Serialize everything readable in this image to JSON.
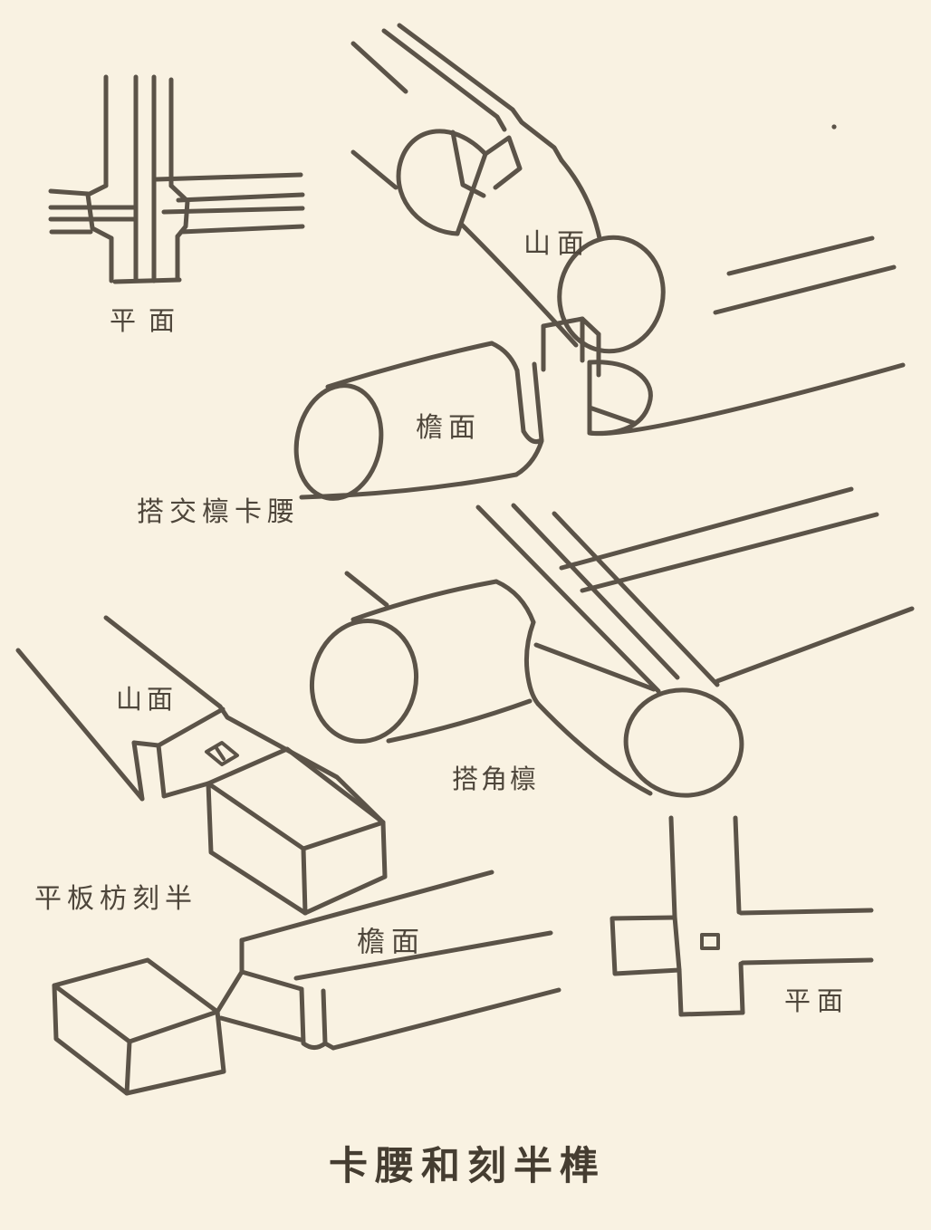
{
  "page": {
    "background_color": "#f9f2e2",
    "ink_color": "#5b5348",
    "title": "卡腰和刻半榫"
  },
  "figures": {
    "plan_top_left": {
      "label": "平面"
    },
    "gable_purlin": {
      "label": "山面"
    },
    "eave_purlin": {
      "label": "檐面"
    },
    "crossed_purlin": {
      "label": "搭交檩卡腰"
    },
    "corner_purlin": {
      "label": "搭角檩"
    },
    "flat_board_gable": {
      "label": "山面"
    },
    "flat_board": {
      "label": "平板枋刻半"
    },
    "eave_beam": {
      "label": "檐面"
    },
    "plan_bottom_right": {
      "label": "平面"
    }
  }
}
